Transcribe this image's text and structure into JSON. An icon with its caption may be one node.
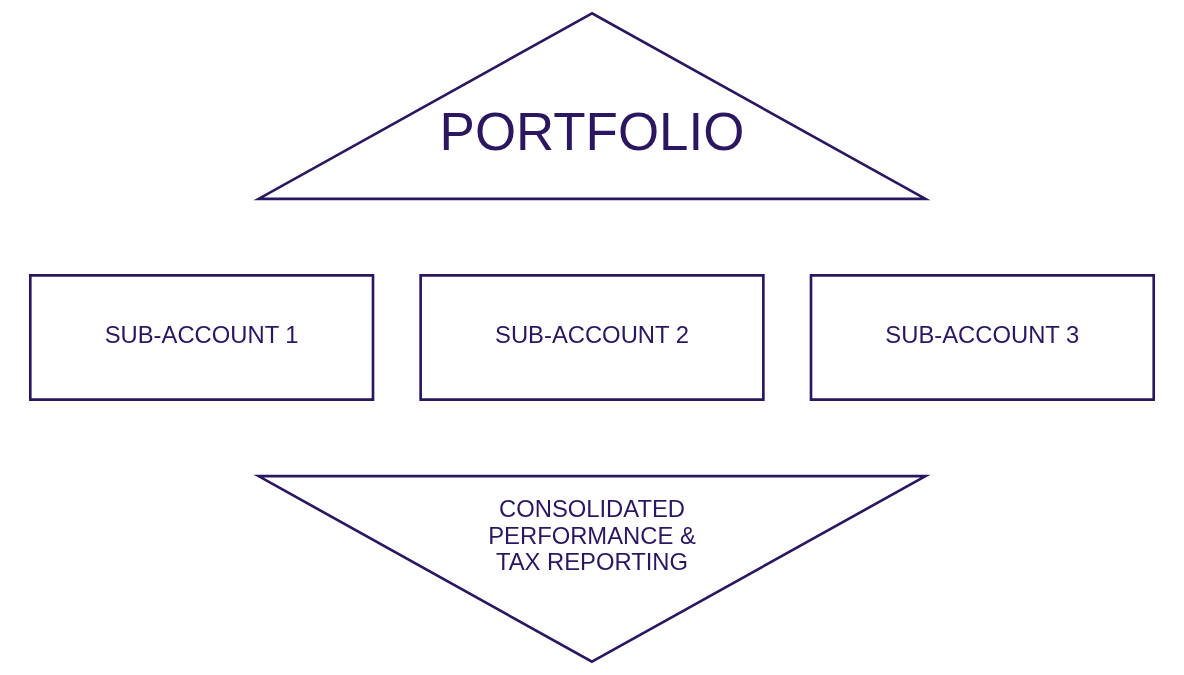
{
  "diagram": {
    "nodes": [
      {
        "text": [
          "PORTFOLIO"
        ]
      },
      {
        "text": [
          "SUB-ACCOUNT 1"
        ]
      },
      {
        "text": [
          "SUB-ACCOUNT 2"
        ]
      },
      {
        "text": [
          "SUB-ACCOUNT 3"
        ]
      },
      {
        "text": [
          "CONSOLIDATED PERFORMANCE & TAX REPORTING"
        ]
      }
    ]
  }
}
